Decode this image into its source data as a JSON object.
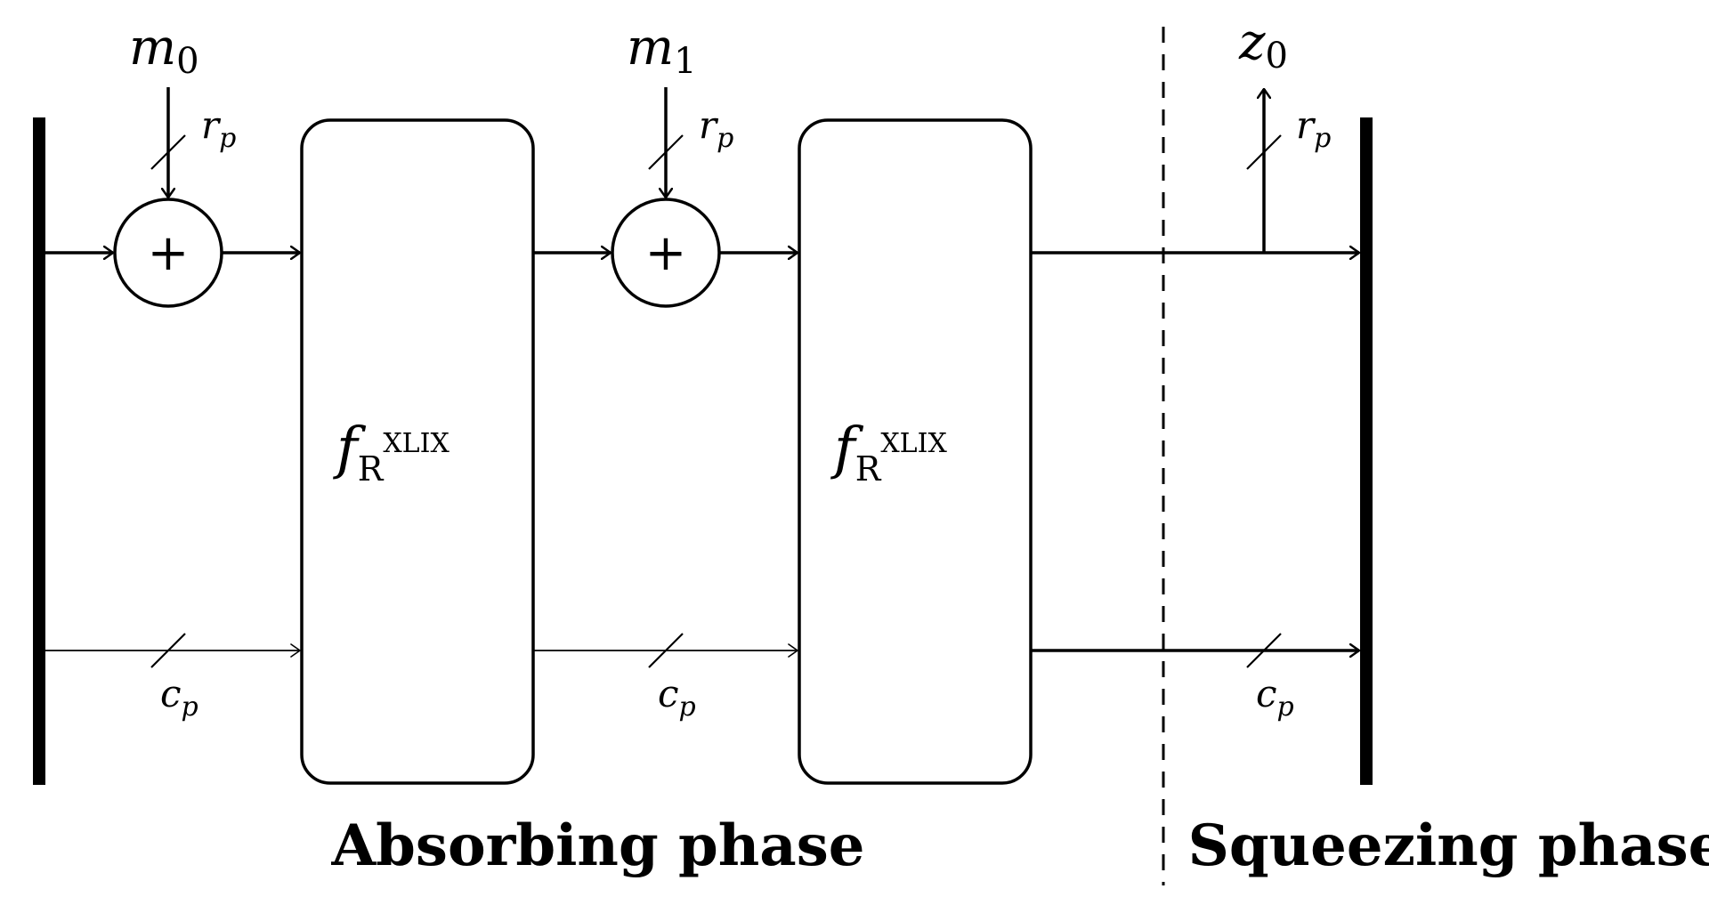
{
  "inputs": [
    {
      "base": "m",
      "sub": "0"
    },
    {
      "base": "m",
      "sub": "1"
    }
  ],
  "output": {
    "base": "z",
    "sub": "0"
  },
  "rate_label": {
    "base": "r",
    "sub": "p"
  },
  "capacity_label": {
    "base": "c",
    "sub": "p"
  },
  "permutation_label": {
    "base": "f",
    "sub": "R",
    "sup": "XLIX"
  },
  "xor_symbol": "+",
  "phases": {
    "absorbing": "Absorbing phase",
    "squeezing": "Squeezing phase"
  },
  "colors": {
    "stroke": "#000000",
    "background": "#ffffff"
  }
}
